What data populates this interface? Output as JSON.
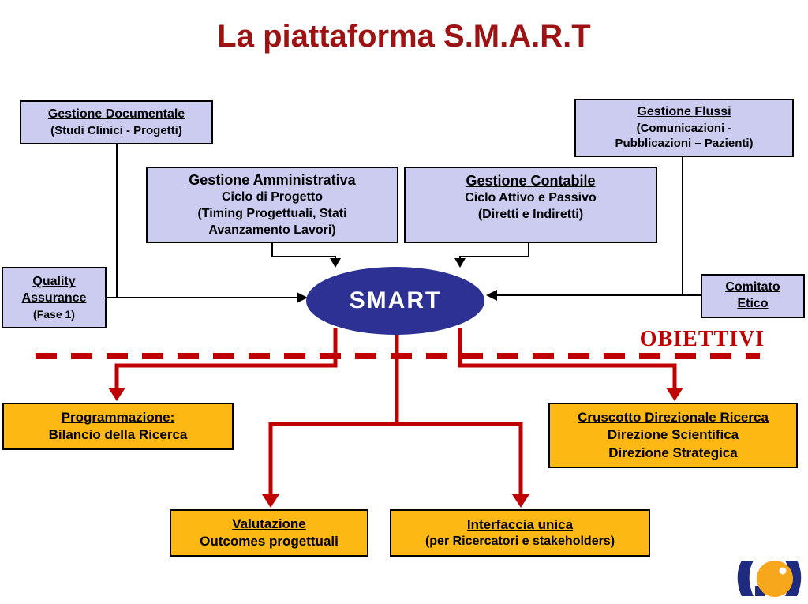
{
  "title": "La piattaforma S.M.A.R.T",
  "center": {
    "label": "SMART"
  },
  "objectives_label": "OBIETTIVI",
  "boxes": {
    "gestione_documentale": {
      "heading": "Gestione Documentale",
      "lines": [
        "(Studi Clinici - Progetti)"
      ]
    },
    "gestione_flussi": {
      "heading": "Gestione Flussi",
      "lines": [
        "(Comunicazioni -",
        "Pubblicazioni – Pazienti)"
      ]
    },
    "gestione_amministrativa": {
      "heading": "Gestione Amministrativa",
      "lines": [
        "Ciclo di Progetto",
        "(Timing Progettuali, Stati",
        "Avanzamento Lavori)"
      ]
    },
    "gestione_contabile": {
      "heading": "Gestione Contabile",
      "lines": [
        "Ciclo Attivo e Passivo",
        "(Diretti e Indiretti)"
      ]
    },
    "quality_assurance": {
      "heading_line1": "Quality",
      "heading_line2": "Assurance",
      "lines": [
        "(Fase 1)"
      ]
    },
    "comitato_etico": {
      "heading_line1": "Comitato",
      "heading_line2": "Etico"
    },
    "programmazione": {
      "heading": "Programmazione:",
      "lines": [
        "Bilancio della Ricerca"
      ]
    },
    "cruscotto": {
      "heading": "Cruscotto Direzionale Ricerca",
      "lines": [
        "Direzione Scientifica",
        "Direzione Strategica"
      ]
    },
    "valutazione": {
      "heading": "Valutazione",
      "lines": [
        "Outcomes progettuali"
      ]
    },
    "interfaccia": {
      "heading": "Interfaccia unica",
      "lines": [
        "(per Ricercatori e stakeholders)"
      ]
    }
  },
  "colors": {
    "title_red": "#9d1313",
    "connector_red": "#c00000",
    "connector_black": "#000000",
    "box_lavender": "#ccccf0",
    "box_orange": "#fdb813",
    "smart_blue": "#2d3194",
    "logo_blue": "#1e2b7e",
    "logo_orange": "#f6a71c"
  }
}
